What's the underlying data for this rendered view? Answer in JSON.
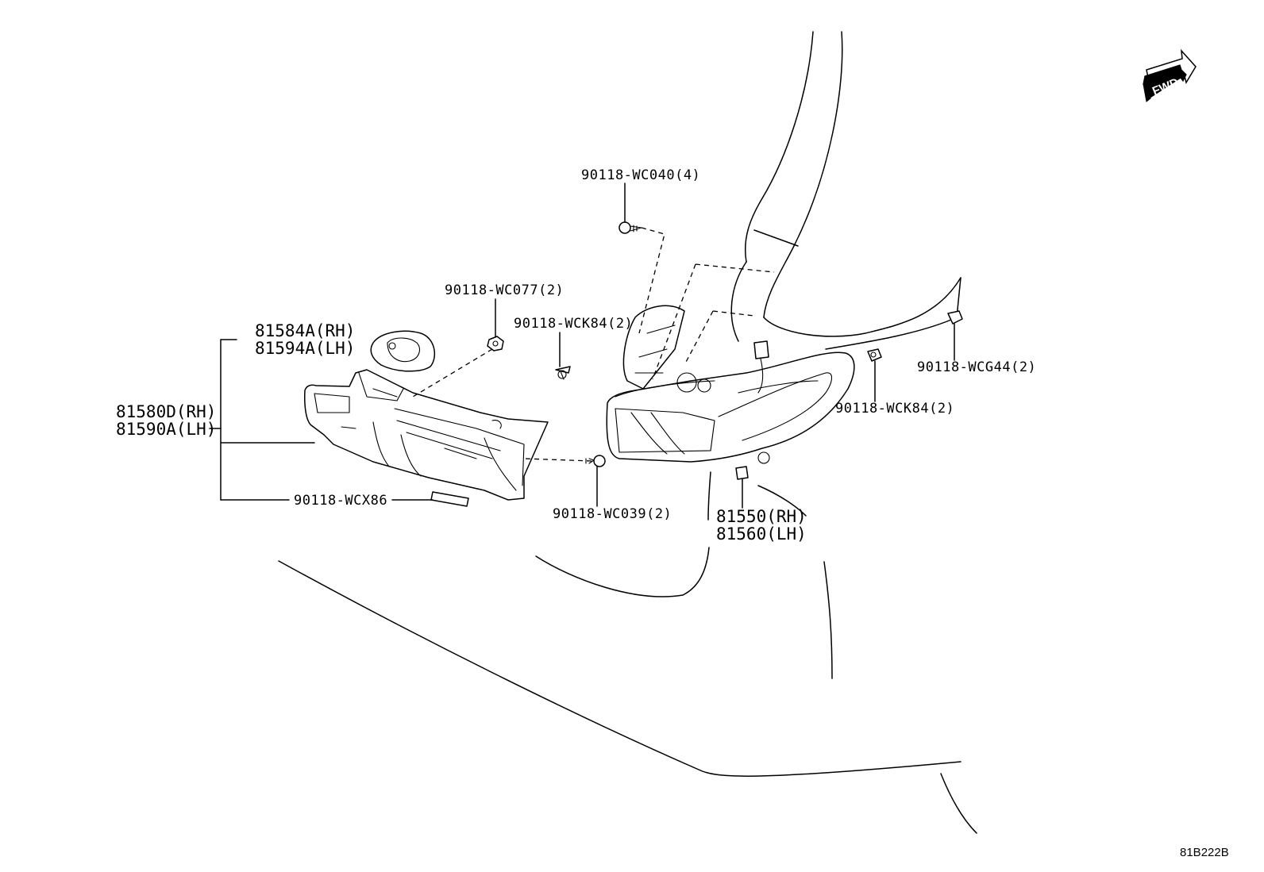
{
  "diagram_id": "81B222B",
  "fwd_indicator": {
    "label": "FWD",
    "icon": "fwd-arrow-icon"
  },
  "labels": {
    "screw_top": "90118-WC040(4)",
    "nut_upper": "90118-WC077(2)",
    "clip_left": "90118-WCK84(2)",
    "socket_rh": "81584A(RH)",
    "socket_lh": "81594A(LH)",
    "lamp_assy_rh": "81580D(RH)",
    "lamp_assy_lh": "81590A(LH)",
    "pad": "90118-WCX86",
    "screw_bottom": "90118-WC039(2)",
    "clip_right_top": "90118-WCG44(2)",
    "clip_right": "90118-WCK84(2)",
    "bulb_rh": "81550(RH)",
    "bulb_lh": "81560(LH)"
  }
}
